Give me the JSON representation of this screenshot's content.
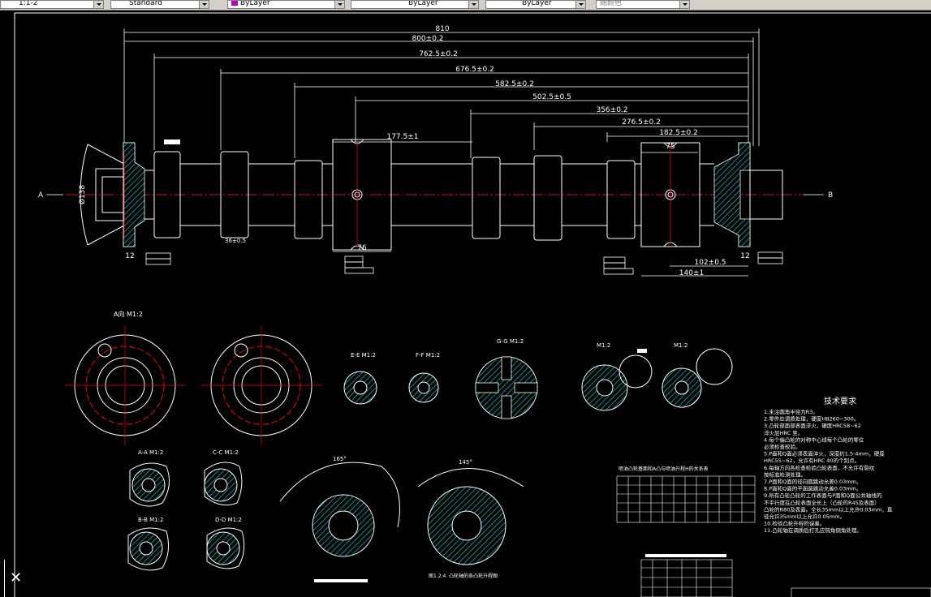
{
  "toolbar": {
    "scale_value": "1:1-2",
    "text_style": "Standard",
    "layer_color": "ByLayer",
    "linetype": "ByLayer",
    "lineweight": "ByLayer",
    "plot_style": "随颜色"
  },
  "drawing": {
    "dims": {
      "d810": "810",
      "d800": "800±0.2",
      "d762": "762.5±0.2",
      "d676": "676.5±0.2",
      "d582": "582.5±0.2",
      "d502": "502.5±0.5",
      "d356": "356±0.2",
      "d276": "276.5±0.2",
      "d182": "182.5±0.2",
      "d177": "177.5±1",
      "d75": "75",
      "d76": "76",
      "d102": "102±0.5",
      "d140": "140±1",
      "d12a": "12",
      "d12b": "12",
      "d138": "Ø138",
      "d36": "36±0.5"
    },
    "view_arrows": {
      "left": "A",
      "right": "B"
    },
    "section_views": {
      "aa": "A向  M1:2",
      "ee": "E-E  M1:2",
      "ff": "F-F  M1:2",
      "gg": "G-G  M1:2",
      "m1": "M1:2",
      "m2": "M1:2",
      "secA": "A-A  M1:2",
      "secC": "C-C  M1:2",
      "secB": "B-B  M1:2",
      "secD": "D-D  M1:2"
    },
    "angles": {
      "a1": "165°",
      "a2": "145°"
    },
    "tech_title": "技术要求",
    "tech_lines": [
      "1.未注圆角半径为R3。",
      "2.零件应调质处理，硬度HB260~300。",
      "3.凸轮部面部表面淬火，硬度HRC58~62",
      "  淬火层HRC 至。",
      "4.每个偏凸轮的对称中心线每个凸轮的零位",
      "  必须检查校验。",
      "5.P面和Q面必须表面淬火，深度约1.5-4mm，硬度",
      "  HRC55~62，允许有HRC 40的个别点。",
      "6.每轴方向各检查检验凸轮表面，不允许有裂纹",
      "  按标准检测处理。",
      "7.P面和Q面的径向圆跳动允差0.03mm。",
      "8.P面和Q面的平面圆跳动允差0.03mm。",
      "9.所有凸轮凸轮的工作表面与P面和Q面公共轴线的",
      "  不平行度在凸轮表面全长上（凸轮的R45及表面）",
      "  凸轮的R80及表面。全长35mm以上允许0.03mm，直",
      "  径允许35mm以上允许0.05mm。",
      "10.检验凸轮升程的误差。",
      "11.凸轮轴在调质后打孔应钝角倒角处理。"
    ],
    "table_title": "喷油凸轮基面和A凸与喷油升程H的关系表",
    "caption": "图1.2.4. 凸轮轴的各凸轮升程图"
  }
}
